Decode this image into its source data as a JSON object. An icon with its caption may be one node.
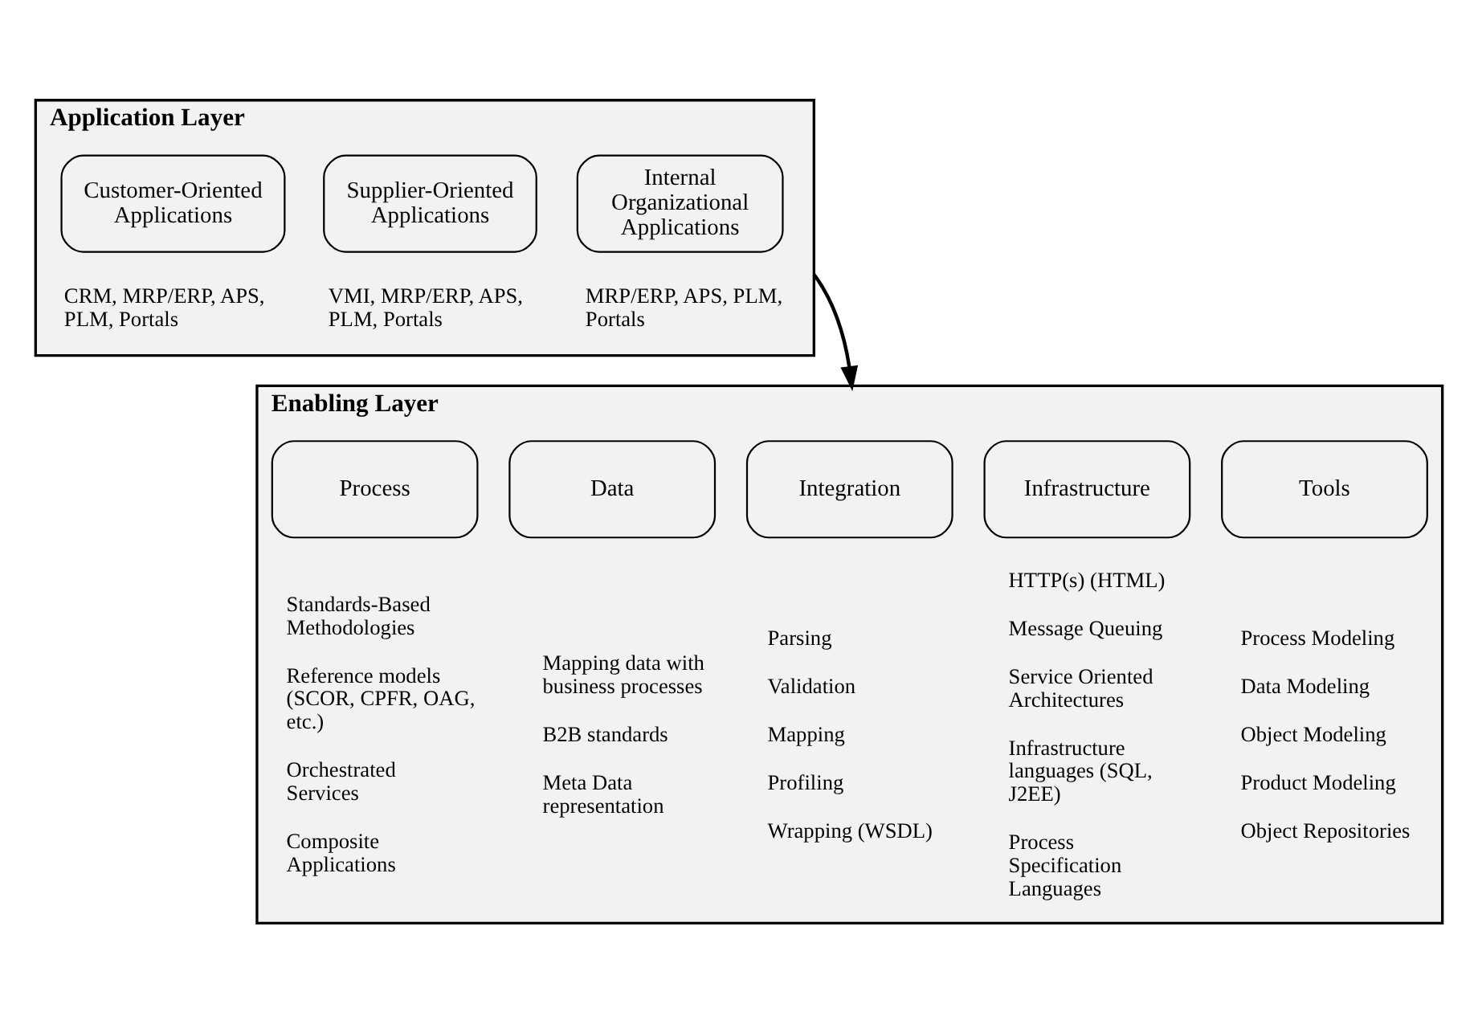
{
  "diagram": {
    "nodes": [
      {
        "text": [
          "Application Layer"
        ]
      },
      {
        "text": [
          "Customer-Oriented Applications"
        ],
        "in": 0,
        "beside": [
          "CRM, MRP/ERP, APS, PLM, Portals"
        ]
      },
      {
        "text": [
          "Internal Organizational Applications"
        ],
        "in": 0,
        "beside": [
          "MRP/ERP, APS, PLM, Portals"
        ]
      },
      {
        "text": [
          "Supplier-Oriented Applications"
        ],
        "in": 0,
        "beside": [
          "VMI, MRP/ERP, APS, PLM, Portals"
        ]
      },
      {
        "text": [
          "Enabling Layer"
        ]
      },
      {
        "text": [
          "Process"
        ],
        "in": 4,
        "beside": [
          "Standards-Based Methodologies",
          "Reference models (SCOR, CPFR, OAG, etc.)",
          "Orchestrated Services",
          "Composite Applications"
        ]
      },
      {
        "text": [
          "Data"
        ],
        "in": 4,
        "beside": [
          "Mapping data with business processes",
          "B2B standards",
          "Meta Data representation"
        ]
      },
      {
        "text": [
          "Integration"
        ],
        "in": 4,
        "beside": [
          "Parsing",
          "Validation",
          "Mapping",
          "Profiling",
          "Wrapping (WSDL)"
        ]
      },
      {
        "text": [
          "Infrastructure"
        ],
        "in": 4,
        "beside": [
          "HTTP(s) (HTML)",
          "Message Queuing",
          "Service Oriented Architectures",
          "Infrastructure languages (SQL, J2EE)",
          "Process Specification Languages"
        ]
      },
      {
        "text": [
          "Tools"
        ],
        "in": 4,
        "beside": [
          "Process Modeling",
          "Data Modeling",
          "Object Modeling",
          "Product Modeling",
          "Object Repositories"
        ]
      }
    ],
    "edges": [
      {
        "from": 0,
        "to": 4,
        "arrow": "to"
      }
    ]
  }
}
